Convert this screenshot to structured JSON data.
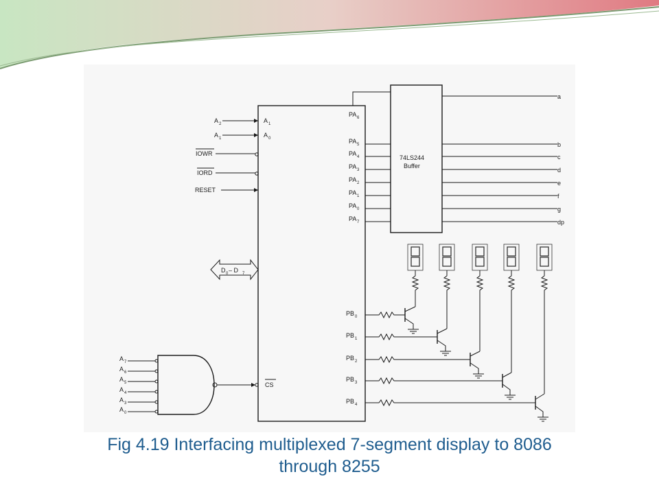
{
  "caption": {
    "line1": "Fig 4.19 Interfacing multiplexed 7-segment display to 8086",
    "line2": "through 8255"
  },
  "diagram": {
    "ppi_inputs": {
      "a2": "A",
      "a2_sub": "2",
      "a1": "A",
      "a1_sub": "1",
      "pin_a1": "A",
      "pin_a1_sub": "1",
      "pin_a0": "A",
      "pin_a0_sub": "0",
      "iowr": "IOWR",
      "iord": "IORD",
      "reset": "RESET",
      "data_bus": "D",
      "data_bus_sub0": "0",
      "data_bus_dash": " – D",
      "data_bus_sub7": "7",
      "cs": "CS"
    },
    "port_a": [
      {
        "pin": "PA",
        "sub": "6",
        "out": "a"
      },
      {
        "pin": "PA",
        "sub": "5",
        "out": "b"
      },
      {
        "pin": "PA",
        "sub": "4",
        "out": "c"
      },
      {
        "pin": "PA",
        "sub": "3",
        "out": "d"
      },
      {
        "pin": "PA",
        "sub": "2",
        "out": "e"
      },
      {
        "pin": "PA",
        "sub": "1",
        "out": "f"
      },
      {
        "pin": "PA",
        "sub": "0",
        "out": "g"
      },
      {
        "pin": "PA",
        "sub": "7",
        "out": "dp"
      }
    ],
    "buffer": {
      "line1": "74LS244",
      "line2": "Buffer"
    },
    "port_b": [
      {
        "pin": "PB",
        "sub": "0"
      },
      {
        "pin": "PB",
        "sub": "1"
      },
      {
        "pin": "PB",
        "sub": "2"
      },
      {
        "pin": "PB",
        "sub": "3"
      },
      {
        "pin": "PB",
        "sub": "4"
      }
    ],
    "nand_inputs": [
      {
        "name": "A",
        "sub": "7"
      },
      {
        "name": "A",
        "sub": "6"
      },
      {
        "name": "A",
        "sub": "5"
      },
      {
        "name": "A",
        "sub": "4"
      },
      {
        "name": "A",
        "sub": "3"
      },
      {
        "name": "A",
        "sub": "0"
      }
    ]
  }
}
